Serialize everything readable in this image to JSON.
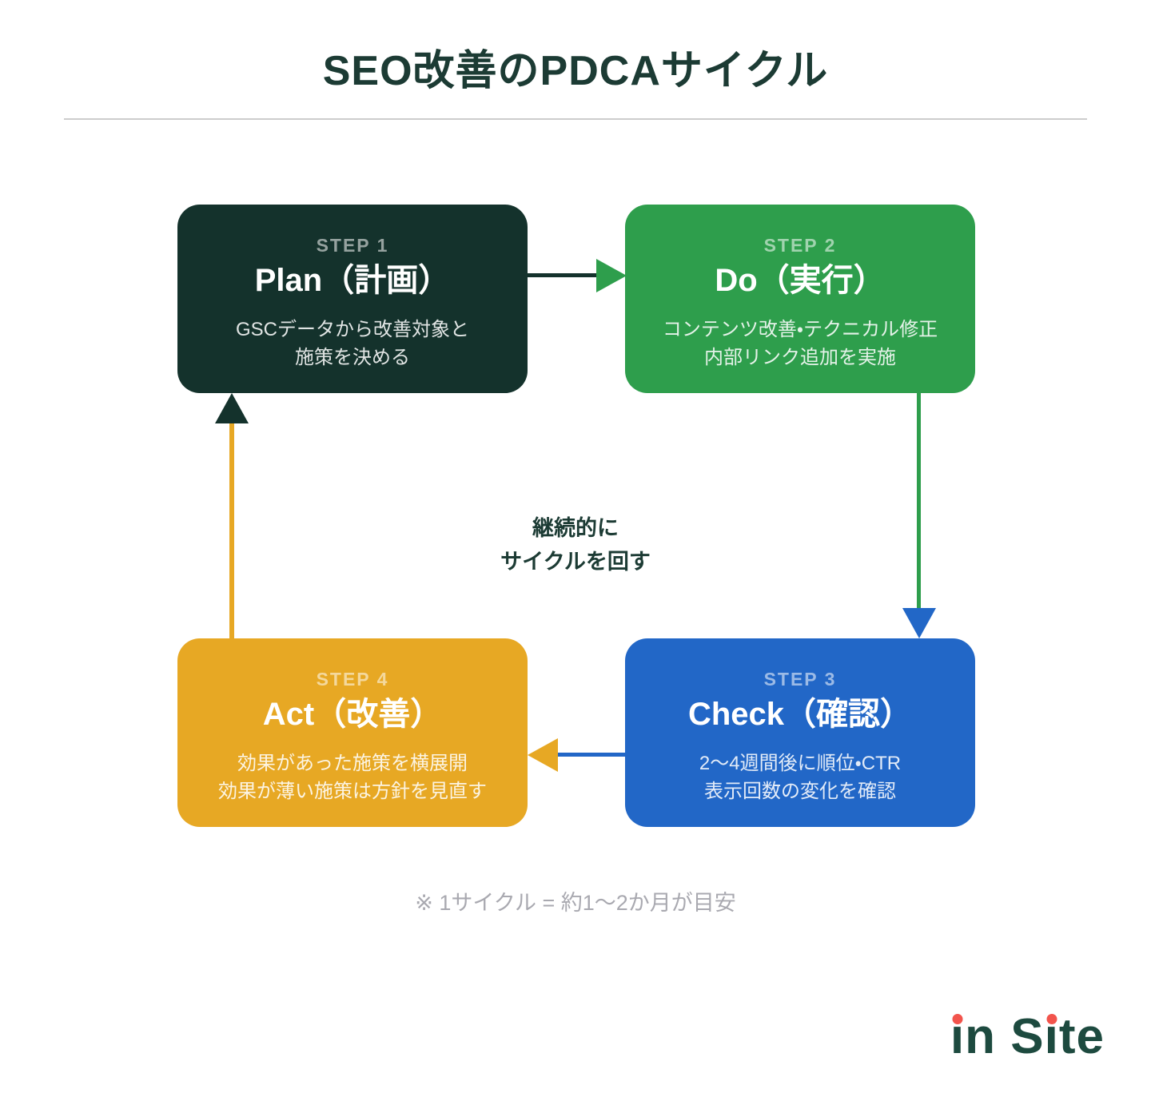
{
  "header": {
    "title": "SEO改善のPDCAサイクル"
  },
  "steps": [
    {
      "id": "plan",
      "label": "STEP 1",
      "title": "Plan（計画）",
      "desc_line1": "GSCデータから改善対象と",
      "desc_line2": "施策を決める"
    },
    {
      "id": "do",
      "label": "STEP 2",
      "title": "Do（実行）",
      "desc_line1": "コンテンツ改善・テクニカル修正",
      "desc_line2": "内部リンク追加を実施"
    },
    {
      "id": "check",
      "label": "STEP 3",
      "title": "Check（確認）",
      "desc_line1": "2〜4週間後に順位・CTR",
      "desc_line2": "表示回数の変化を確認"
    },
    {
      "id": "act",
      "label": "STEP 4",
      "title": "Act（改善）",
      "desc_line1": "効果があった施策を横展開",
      "desc_line2": "効果が薄い施策は方針を見直す"
    }
  ],
  "arrows": [
    {
      "from": "plan",
      "to": "do"
    },
    {
      "from": "do",
      "to": "check"
    },
    {
      "from": "check",
      "to": "act"
    },
    {
      "from": "act",
      "to": "plan"
    }
  ],
  "cycle_note": {
    "line1": "継続的に",
    "line2": "サイクルを回す"
  },
  "footnote": "※ 1サイクル = 約1〜2か月が目安",
  "logo": {
    "text": "in Site"
  },
  "colors": {
    "plan": "#14322C",
    "do": "#2E9E4C",
    "check": "#2267C7",
    "act": "#E7A824",
    "heading_text": "#1C3B34",
    "footnote_text": "#A9A9B0",
    "divider": "#CDCDCD",
    "logo_text": "#1D4A3F",
    "logo_dot": "#F2544C"
  }
}
